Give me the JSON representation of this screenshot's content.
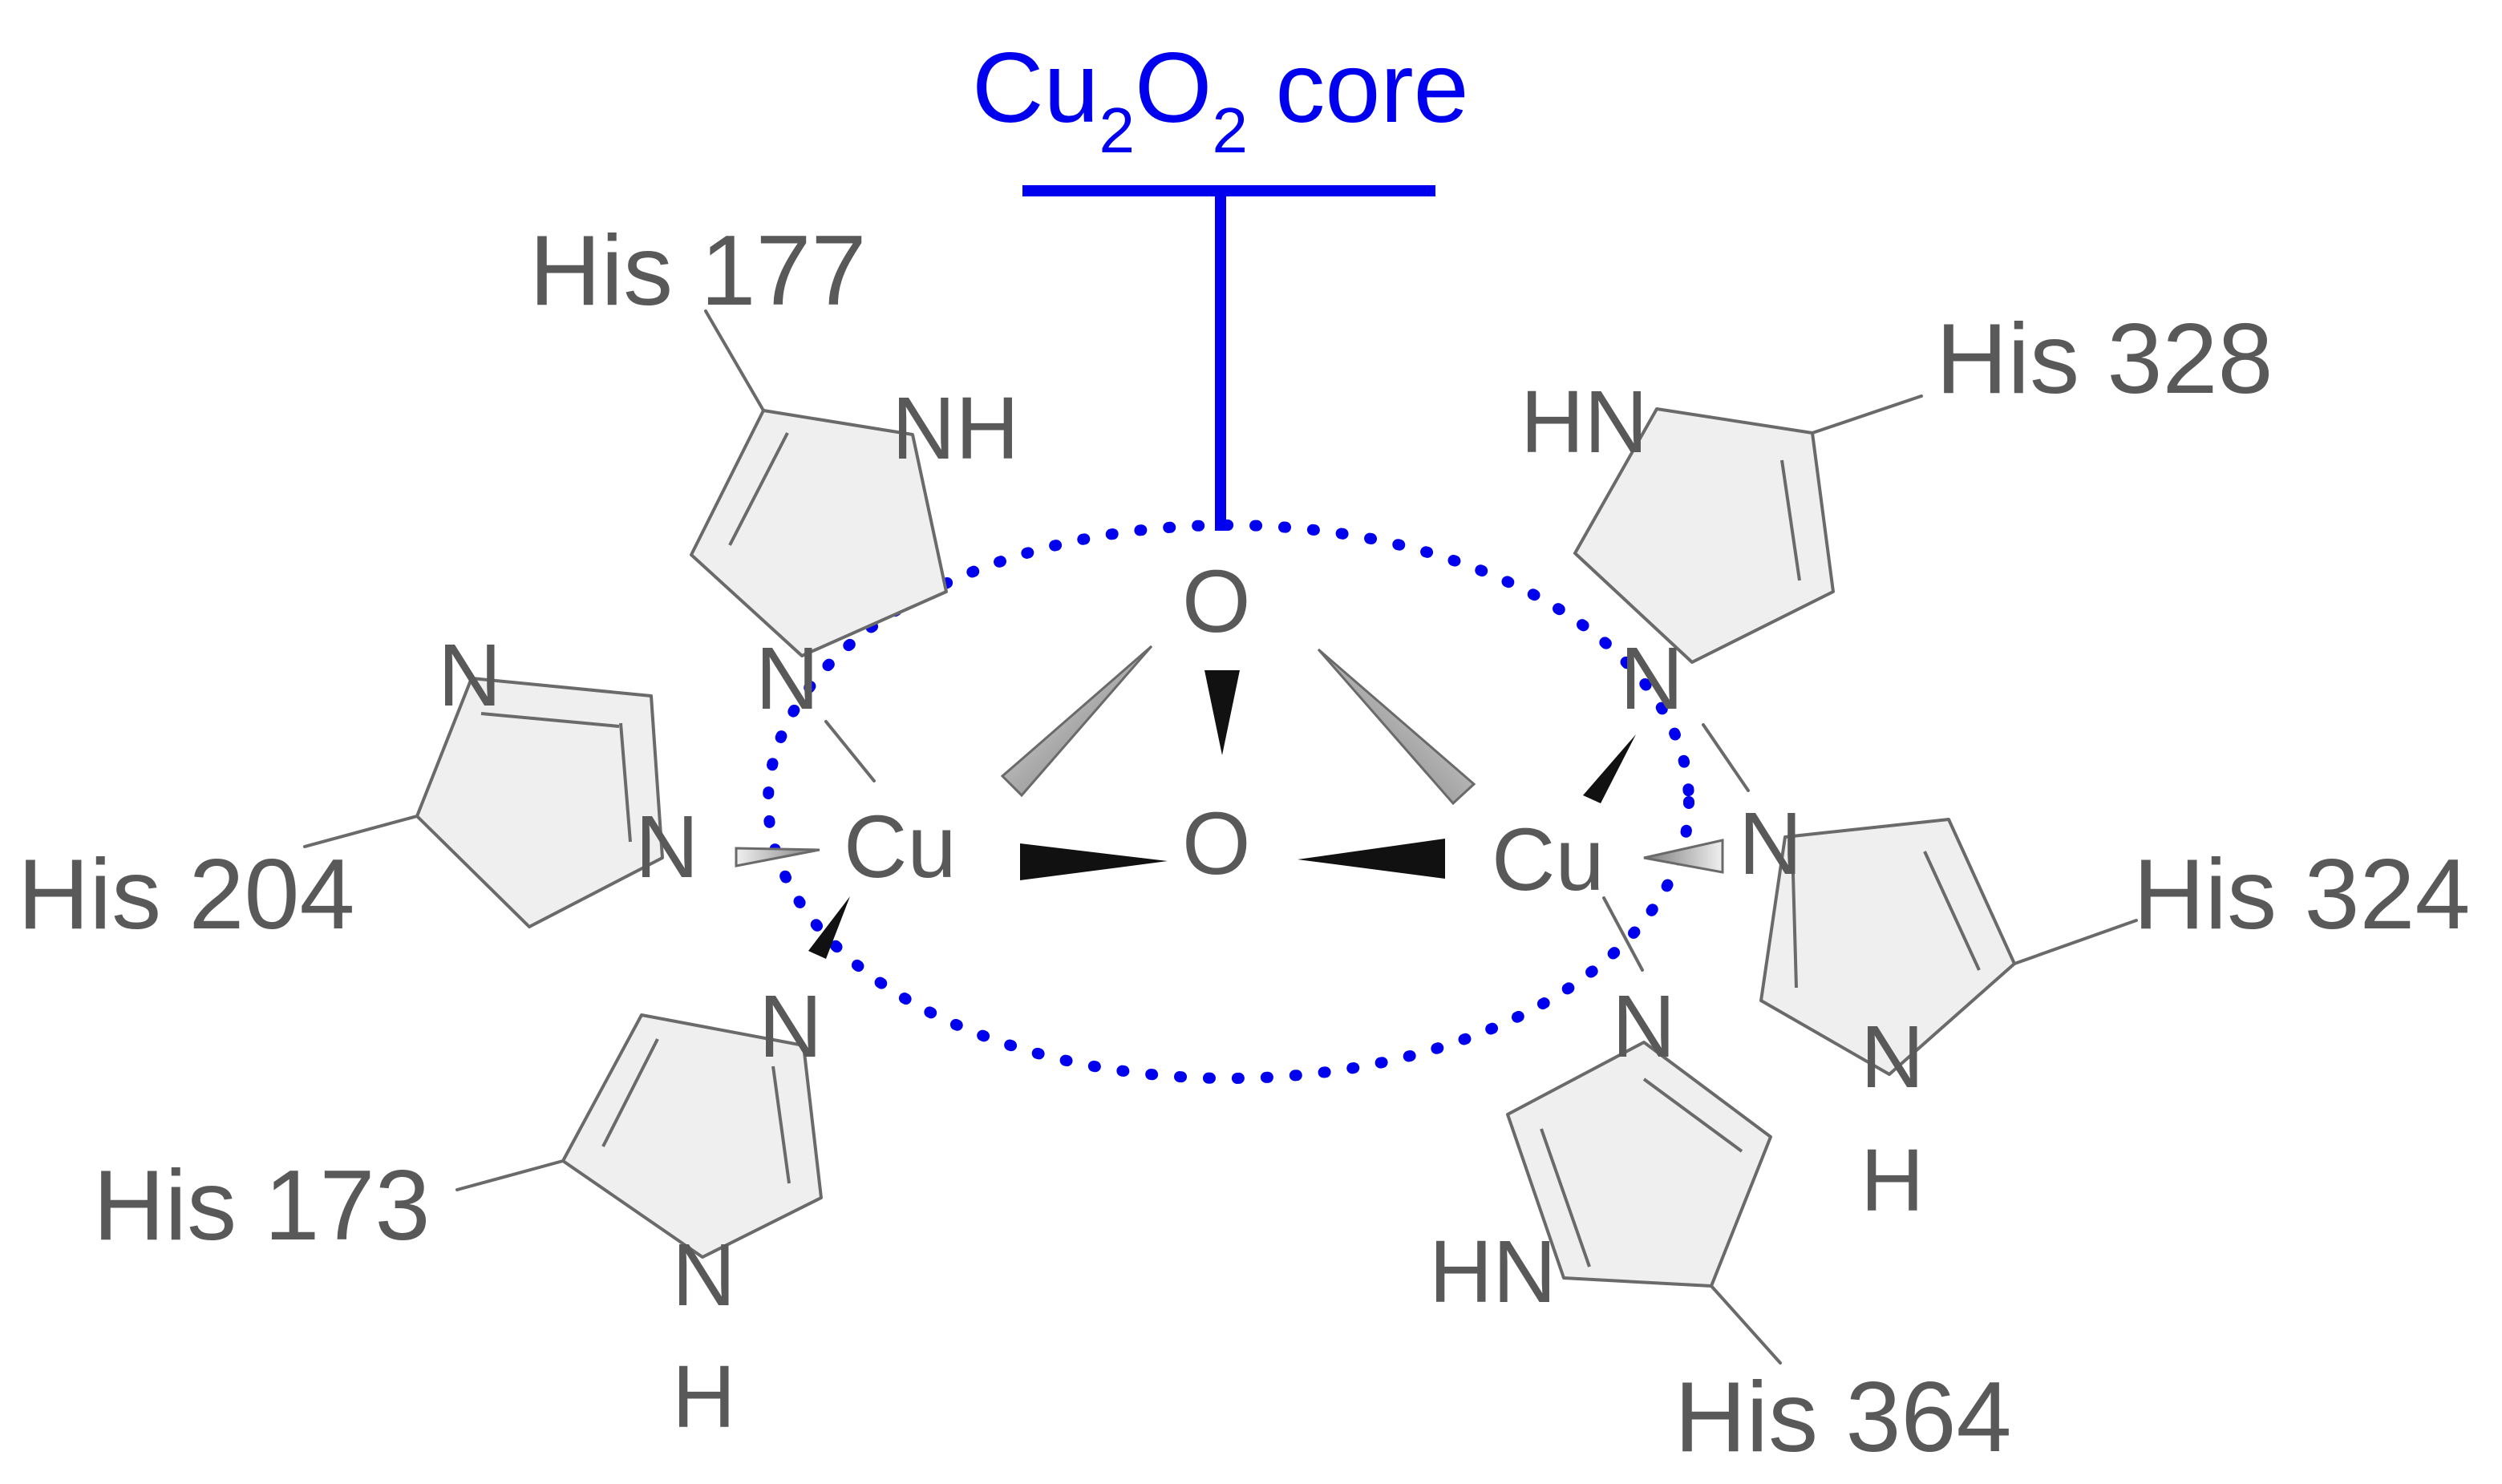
{
  "core_label": {
    "main": "Cu",
    "sub1": "2",
    "mid": "O",
    "sub2": "2",
    "tail": " core"
  },
  "atoms": {
    "cu_left": "Cu",
    "cu_right": "Cu",
    "o_top": "O",
    "o_bottom": "O"
  },
  "residues": [
    {
      "label": "His 177"
    },
    {
      "label": "His 204"
    },
    {
      "label": "His 173"
    },
    {
      "label": "His 328"
    },
    {
      "label": "His 324"
    },
    {
      "label": "His 364"
    }
  ],
  "ring_atoms": {
    "his177_nh": "NH",
    "his177_n": "N",
    "his204_n_top": "N",
    "his204_n": "N",
    "his173_n": "N",
    "his173_nh_n": "N",
    "his173_nh_h": "H",
    "his328_hn": "HN",
    "his328_n": "N",
    "his324_n": "N",
    "his324_nh_n": "N",
    "his324_nh_h": "H",
    "his364_n": "N",
    "his364_hn": "HN"
  },
  "colors": {
    "core": "#0000ee",
    "structure": "#595959",
    "ring_fill": "#efefef"
  }
}
